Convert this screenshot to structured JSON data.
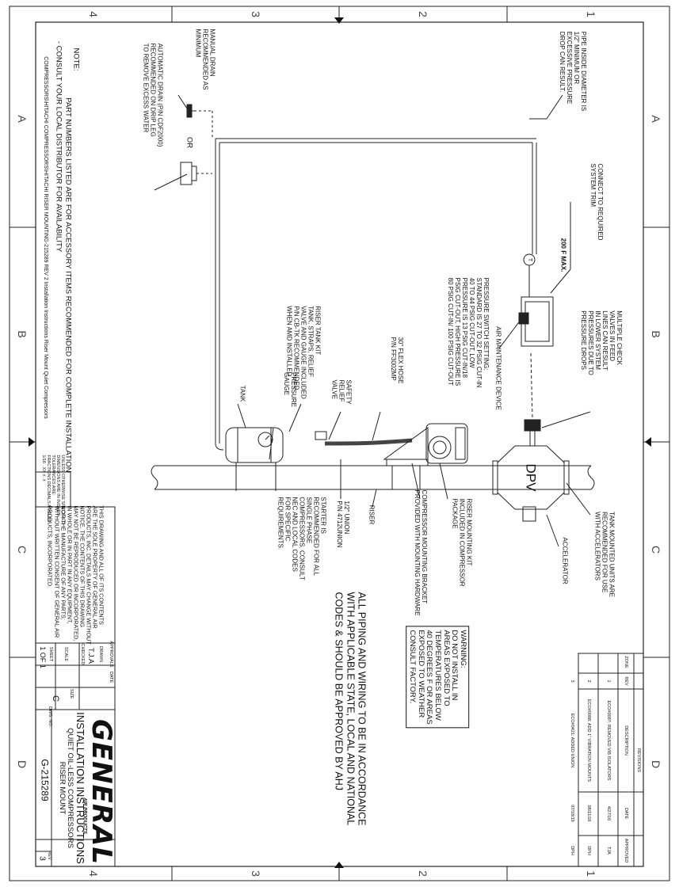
{
  "zones": {
    "left": [
      "A",
      "B",
      "C",
      "D"
    ],
    "right": [
      "A",
      "B",
      "C",
      "D"
    ],
    "top": [
      "4",
      "3",
      "2",
      "1"
    ],
    "bottom": [
      "4",
      "3",
      "2",
      "1"
    ]
  },
  "notes": {
    "heading": "NOTE:",
    "line1": "PART NUMBERS LISTED ARE FOR ACCESSORY ITEMS RECOMMENDED FOR COMPLETE INSTALLATION",
    "line2": "- CONSULT YOUR LOCAL DISTRIBUTOR FOR AVAILABILITY"
  },
  "file_path": "COMPRESSORS\\HITACHI COMPRESSORS\\HITACHI RISER MOUNTING-215289 REV 2 Installation Instructions Riser Mount Quiet Compressors",
  "callouts": {
    "manual_drain": "MANUAL DRAIN\nRECOMMENDED AS\nMINIMUM",
    "auto_drain": "AUTOMATIC DRAIN (P/N CDF2000)\nRECOMMENDED ON DRIP LEG\nTO REMOVE EXCESS WATER",
    "or_label": "OR",
    "pipe_inside": "PIPE INSIDE DIAMETER IS\n1/2\" MINIMUM OR\nEXCESSIVE PRESSURE\nDROP CAN RESULT.",
    "connect_system": "CONNECT TO REQUIRED\nSYSTEM TRIM",
    "temp_max": "200 F MAX.",
    "temp_symbol": "T",
    "multiple_check": "MULTIPLE CHECK\nVALVES IN FEED\nLINES CAN RESULT\nIN LOWER SYSTEM\nPRESSURES DUE TO\nPRESSURE DROPS",
    "pressure_switch": "PRESSURE SWITCH SETTING:\nSTANDARD IS 27 TO 32 PSIG CUT-IN\n40 TO 44 PSIG CUT-OUT, LOW\nPRESSURE IS 13 PSIG CUT-IN/18\nPSIG CUT-OUT, HIGH PRESSURE IS\n80 PSIG CUT-IN/ 100 PSIG CUT-OUT",
    "air_maintenance": "AIR MAINTENANCE DEVICE",
    "riser_tank_kit": "RISER TANK KIT\nTANK, STRAPS, RELIEF\nVALVE AND GAUGE INCLUDED\nP/N CB-TK RECOMMENDED\nWHEN AMD INSTALLED",
    "flex_hose": "30\" FLEX HOSE\nP/N FF3002MP",
    "safety_relief": "SAFETY\nRELIEF\nVALVE",
    "pressure_gauge": "PRESSURE\nGAUGE",
    "tank": "TANK",
    "dpv": "DPV",
    "accelerator": "ACCELERATOR",
    "tank_mounted": "TANK MOUNTED UNITS ARE\nRECOMMENDED FOR USE\nWITH ACCELERATORS",
    "riser_mounting_kit": "RISER MOUNTING KIT\nINCLUDED IN COMPRESSOR\nPACKAGE",
    "compressor_bracket": "COMPRESSOR MOUNTING BRACKET\nPROVIDED WITH MOUNTING HARDWARE",
    "riser": "RISER",
    "union": "1/2\" UNION\nP/N 4712UNION",
    "starter": "STARTER IS\nRECOMMENDED FOR ALL\nSINGLE PHASE\nCOMPRESSORS. CONSULT\nNEC AND LOCAL CODES\nFOR SPECIFIC\nREQUIREMENTS."
  },
  "warning": "WARNING:\nDO NOT INSTALL IN\nAREAS EXPOSED TO\nTEMPERATURES BELOW\n40 DEGREES F OR AREAS\nEXPOSED TO WEATHER\nCONSULT FACTORY.",
  "piping_note": "ALL PIPING AND WIRING TO BE IN ACCORDANCE\nWITH APPLICABLE STATE, LOCAL AND NATIONAL\nCODES & SHOULD BE APPROVED BY AHJ",
  "proprietary": "THIS DRAWING AND ALL OF ITS CONTENTS\nARE THE SOLE PROPERTY OF GENERAL AIR\nPRODUCTS, INC. DETAILS MAY CHANGE WITHOUT\nNOTICE. THE CONTENTS OF THIS DRAWING\nMAY NOT BE REPRODUCED OR INCORPORATED,\nIN WHOLE OR IN PART IN ANY EQUIPMENT,\nNOR THE MANUFACTURE OF ANY PARTS,\nWITHOUT WRITTEN CONSENT OF GENERAL AIR\nPRODUCTS, INCORPORATED.",
  "tolerance": "UNLESS OTHERWISE SPECIFIED\nDIMENSIONS ARE IN INCHES\nTOLERANCES ARE:\nFRACTIONS DECIMALS ANGLES\n1/16  .XX ±  ±",
  "title_block": {
    "company": "GENERAL",
    "company_sub": "AIR PRODUCTS",
    "title": "INSTALLATION INSTRUCTIONS",
    "subtitle1": "QUIET OIL-LESS COMPRESSORS",
    "subtitle2": "RISER MOUNT",
    "approvals_label": "APPROVALS",
    "date_label": "DATE",
    "drawn_label": "DRAWN",
    "drawn_by": "T.J.A",
    "checked_label": "CHECKED",
    "size_label": "SIZE",
    "size": "C",
    "dwg_no_label": "DWG. NO.",
    "dwg_no": "G-215289",
    "rev_label": "REV",
    "rev": "3",
    "scale_label": "SCALE",
    "sheet_label": "SHEET",
    "sheet": "1 OF 1"
  },
  "revisions": {
    "heading": "REVISIONS",
    "headers": [
      "ZONE",
      "REV",
      "DESCRIPTION",
      "DATE",
      "APPROVED"
    ],
    "rows": [
      {
        "zone": "",
        "rev": "1",
        "description": "ECO#0087: REMOVED VIB ISOLATORS",
        "date": "4/27/16",
        "approved": "TJA"
      },
      {
        "zone": "",
        "rev": "2",
        "description": "ECO#0088: ADD 1\" VIBRATION MOUNTS",
        "date": "08/11/16",
        "approved": "DPH"
      },
      {
        "zone": "",
        "rev": "3",
        "description": "ECO#0421: ADDED UNION",
        "date": "07/18/19",
        "approved": "DPH"
      }
    ]
  }
}
